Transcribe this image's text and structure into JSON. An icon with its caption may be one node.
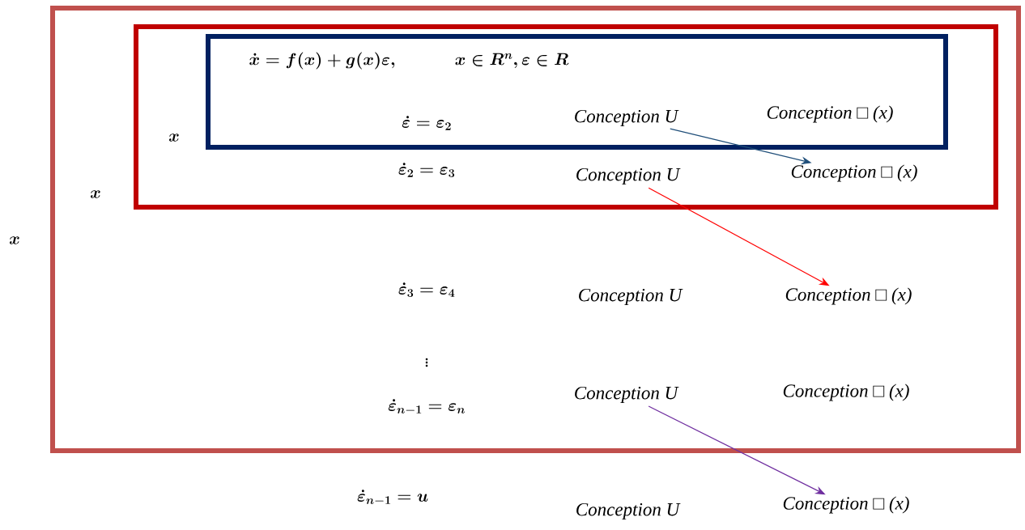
{
  "diagram": {
    "nodes": [
      {
        "text": [],
        "shape": "box"
      },
      {
        "text": [],
        "shape": "box",
        "in": 0
      },
      {
        "text": [],
        "shape": "box",
        "in": 1
      },
      {
        "text": [
          "Conception U"
        ],
        "in": 2
      },
      {
        "text": [
          "Conception □ (x)"
        ],
        "in": 2
      },
      {
        "text": [
          "Conception U"
        ],
        "in": 1
      },
      {
        "text": [
          "Conception □ (x)"
        ],
        "in": 1
      },
      {
        "text": [
          "Conception U"
        ],
        "in": 0
      },
      {
        "text": [
          "Conception □ (x)"
        ],
        "in": 0
      },
      {
        "text": [
          "Conception U"
        ],
        "in": 0
      },
      {
        "text": [
          "Conception □ (x)"
        ],
        "in": 0
      },
      {
        "text": [
          "Conception U"
        ]
      },
      {
        "text": [
          "Conception □ (x)"
        ]
      }
    ],
    "edges": [
      {
        "from": 3,
        "to": 6,
        "arrow": "to",
        "color": "#1f4e79"
      },
      {
        "from": 5,
        "to": 8,
        "arrow": "to",
        "color": "#ff0000"
      },
      {
        "from": 9,
        "to": 12,
        "arrow": "to",
        "color": "#7030a0"
      }
    ],
    "labels": [
      "\\dot{x} = f(x) + g(x)\\varepsilon,",
      "x \\in R^{n}, \\varepsilon \\in R",
      "\\dot{\\varepsilon} = \\varepsilon_{2}",
      "x",
      "\\dot{\\varepsilon}_{2} = \\varepsilon_{3}",
      "x",
      "x",
      "\\dot{\\varepsilon}_{3} = \\varepsilon_{4}",
      "\\vdots",
      "\\dot{\\varepsilon}_{n-1} = \\varepsilon_{n}",
      "\\dot{\\varepsilon}_{n-1} = u"
    ]
  }
}
